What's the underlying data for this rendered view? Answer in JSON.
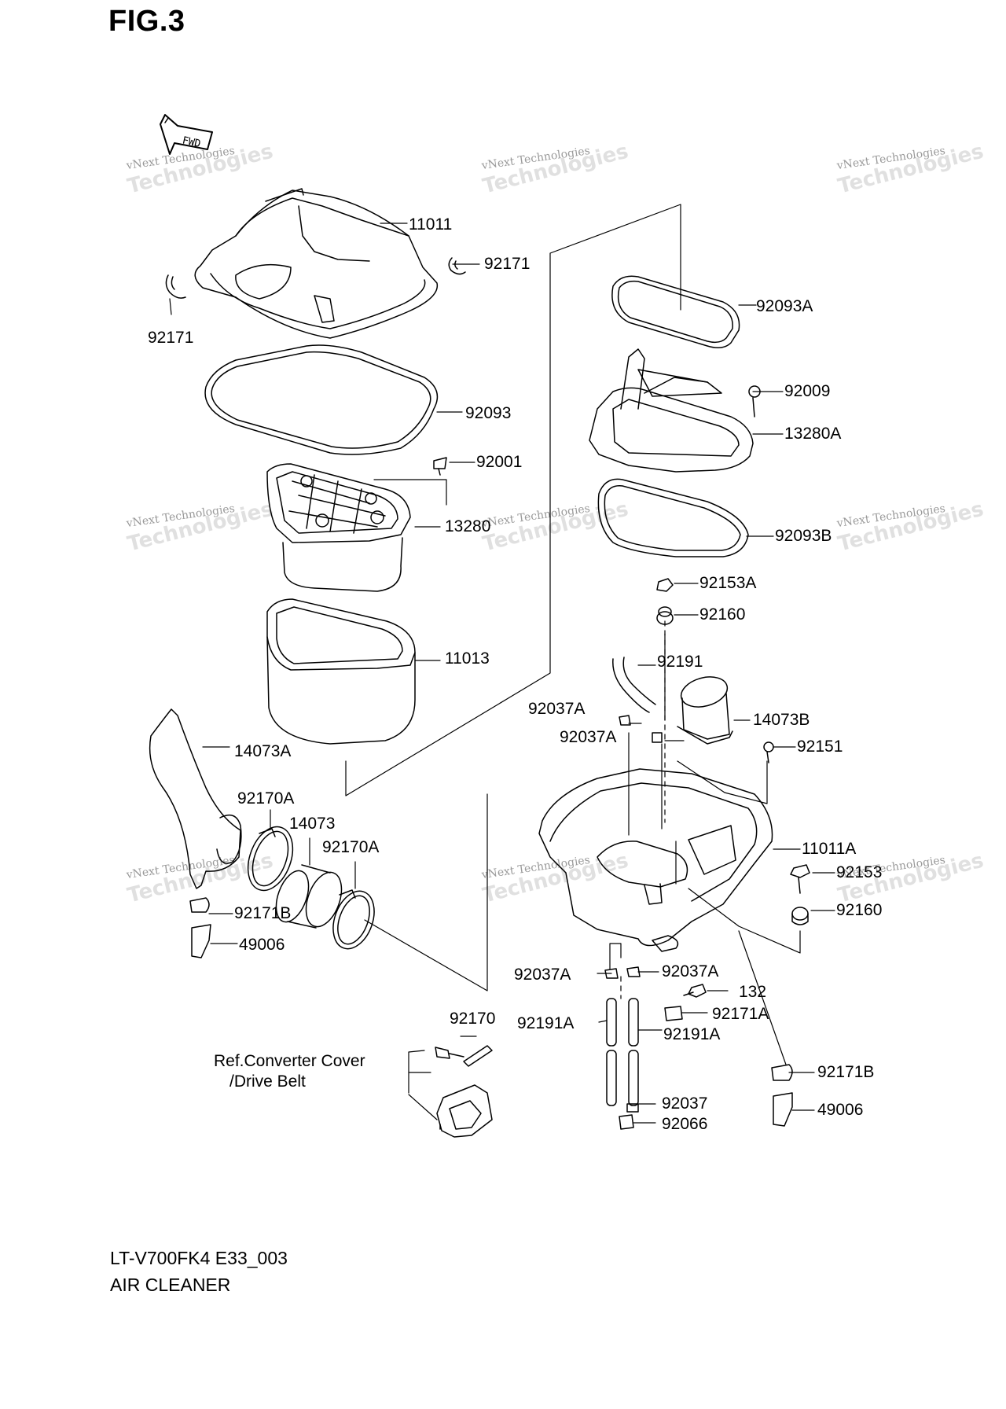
{
  "figure": {
    "title": "FIG.3",
    "fwd_label": "FWD"
  },
  "watermark": {
    "small": "vNext Technologies",
    "big": "Technologies",
    "top": "vNext"
  },
  "parts": [
    {
      "id": "11011",
      "label": "11011"
    },
    {
      "id": "92171-right",
      "label": "92171"
    },
    {
      "id": "92171-left",
      "label": "92171"
    },
    {
      "id": "92093",
      "label": "92093"
    },
    {
      "id": "92001",
      "label": "92001"
    },
    {
      "id": "13280",
      "label": "13280"
    },
    {
      "id": "11013",
      "label": "11013"
    },
    {
      "id": "14073A",
      "label": "14073A"
    },
    {
      "id": "92170A-left",
      "label": "92170A"
    },
    {
      "id": "14073",
      "label": "14073"
    },
    {
      "id": "92170A-right",
      "label": "92170A"
    },
    {
      "id": "92171B-left",
      "label": "92171B"
    },
    {
      "id": "49006-left",
      "label": "49006"
    },
    {
      "id": "92170",
      "label": "92170"
    },
    {
      "id": "92093A",
      "label": "92093A"
    },
    {
      "id": "92009",
      "label": "92009"
    },
    {
      "id": "13280A",
      "label": "13280A"
    },
    {
      "id": "92093B",
      "label": "92093B"
    },
    {
      "id": "92153A",
      "label": "92153A"
    },
    {
      "id": "92160-top",
      "label": "92160"
    },
    {
      "id": "92191",
      "label": "92191"
    },
    {
      "id": "92037A-1",
      "label": "92037A"
    },
    {
      "id": "14073B",
      "label": "14073B"
    },
    {
      "id": "92037A-2",
      "label": "92037A"
    },
    {
      "id": "92151",
      "label": "92151"
    },
    {
      "id": "11011A",
      "label": "11011A"
    },
    {
      "id": "92153",
      "label": "92153"
    },
    {
      "id": "92160-bottom",
      "label": "92160"
    },
    {
      "id": "92037A-3",
      "label": "92037A"
    },
    {
      "id": "92037A-4",
      "label": "92037A"
    },
    {
      "id": "132",
      "label": "132"
    },
    {
      "id": "92191A-left",
      "label": "92191A"
    },
    {
      "id": "92171A",
      "label": "92171A"
    },
    {
      "id": "92191A-right",
      "label": "92191A"
    },
    {
      "id": "92171B-right",
      "label": "92171B"
    },
    {
      "id": "92037",
      "label": "92037"
    },
    {
      "id": "49006-right",
      "label": "49006"
    },
    {
      "id": "92066",
      "label": "92066"
    }
  ],
  "reference": {
    "line1": "Ref.Converter Cover",
    "line2": "/Drive Belt"
  },
  "footer": {
    "model": "LT-V700FK4 E33_003",
    "section": "AIR CLEANER"
  }
}
